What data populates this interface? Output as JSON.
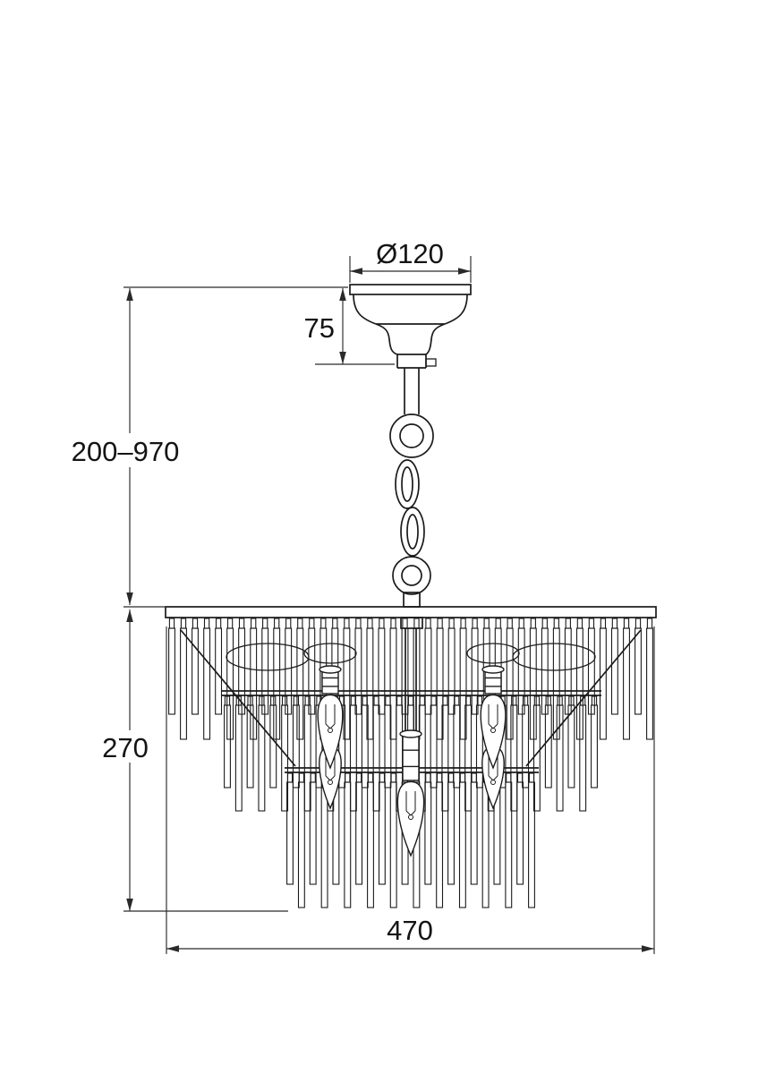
{
  "drawing": {
    "background": "#ffffff",
    "line_color": "#1b1b1b",
    "dimension_color": "#2a2a2a",
    "dimensions": {
      "canopy_diameter": "Ø120",
      "canopy_height": "75",
      "suspension_height": "200–970",
      "body_height": "270",
      "body_width": "470"
    }
  }
}
